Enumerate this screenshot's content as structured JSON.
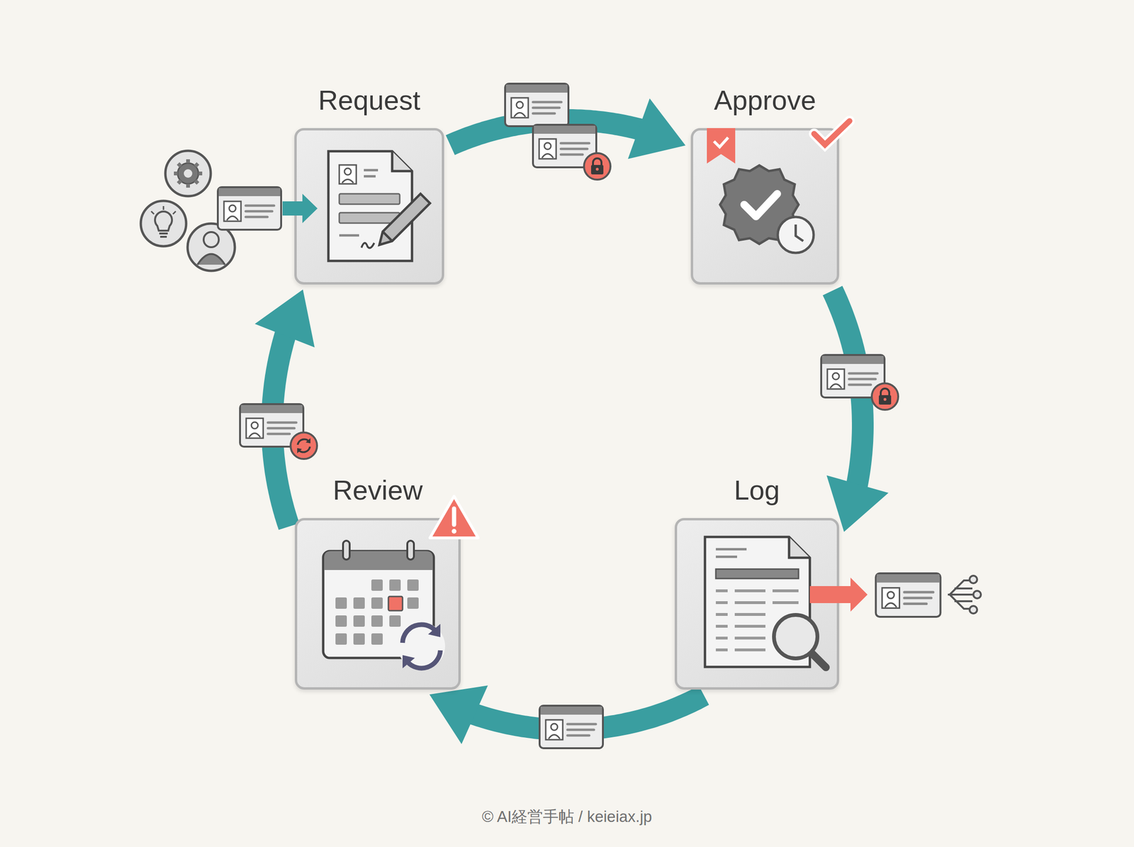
{
  "diagram": {
    "nodes": [
      {
        "text": [
          "Request"
        ]
      },
      {
        "text": [
          "Approve"
        ]
      },
      {
        "text": [
          "Log"
        ]
      },
      {
        "text": [
          "Review"
        ]
      }
    ],
    "edges": [
      {
        "from": 0,
        "to": 1,
        "arrow": "to"
      },
      {
        "from": 1,
        "to": 2,
        "arrow": "to"
      },
      {
        "from": 2,
        "to": 3,
        "arrow": "to"
      },
      {
        "from": 3,
        "to": 0,
        "arrow": "to"
      }
    ],
    "labels": [
      "© AI経営手帖 / keieiax.jp"
    ]
  }
}
